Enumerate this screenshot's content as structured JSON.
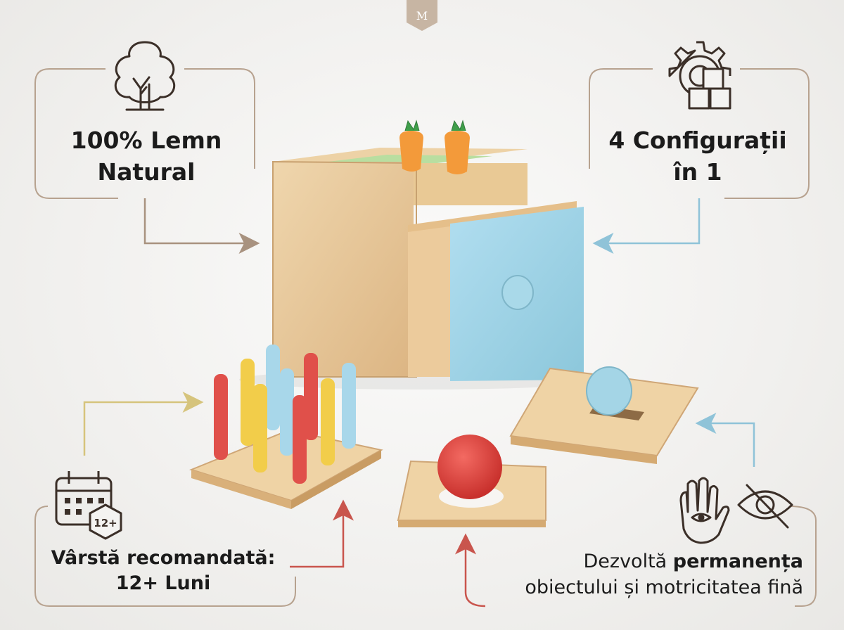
{
  "features": {
    "wood": {
      "line1": "100% Lemn",
      "line2": "Natural",
      "icon": "tree-icon"
    },
    "configs": {
      "line1": "4 Configurații",
      "line2": "în 1",
      "icon": "gear-blocks-icon"
    },
    "age": {
      "line1": "Vârstă recomandată:",
      "line2": "12+ Luni",
      "badge": "12+",
      "icon": "calendar-icon"
    },
    "skills": {
      "line1_pre": "Dezvoltă ",
      "line1_bold": "permanența",
      "line2": "obiectului și motricitatea fină",
      "icons": [
        "hand-eye-icon",
        "eye-slash-icon"
      ]
    }
  },
  "colors": {
    "frame": "#b7a28f",
    "arrow_brown": "#a8927f",
    "arrow_blue": "#8fc3d8",
    "arrow_yellow": "#d6c47c",
    "arrow_red": "#c9554d",
    "wood": "#e7c99d",
    "drawer_blue": "#9fd3e3",
    "top_green": "#b9dea0"
  }
}
